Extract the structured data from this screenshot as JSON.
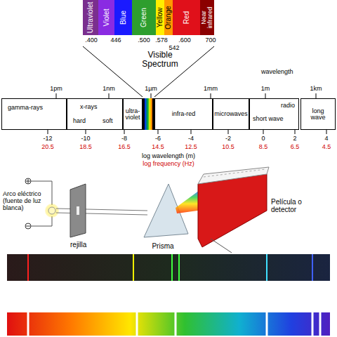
{
  "diagram": {
    "nodes": [
      {
        "text": [
          "Ultraviolet"
        ]
      },
      {
        "text": [
          "Violet"
        ]
      },
      {
        "text": [
          "Blue"
        ]
      },
      {
        "text": [
          "Green"
        ]
      },
      {
        "text": [
          "Yellow"
        ]
      },
      {
        "text": [
          "Orange"
        ]
      },
      {
        "text": [
          "Red"
        ]
      },
      {
        "text": [
          "Near infrared"
        ]
      },
      {
        "text": [
          "gamma-rays"
        ]
      },
      {
        "text": [
          "x-rays",
          "hard",
          "soft"
        ]
      },
      {
        "text": [
          "ultra-violet"
        ]
      },
      {
        "text": [
          "infra-red"
        ]
      },
      {
        "text": [
          "microwaves"
        ]
      },
      {
        "text": [
          "radio",
          "short wave"
        ]
      },
      {
        "text": [
          "long wave"
        ]
      }
    ],
    "labels": [
      ".400",
      "446",
      ".500",
      ".578",
      "542",
      ".600",
      "700",
      "Visible Spectrum",
      "wavelength",
      "1pm",
      "1nm",
      "1µm",
      "1mm",
      "1m",
      "1km",
      "-12",
      "20.5",
      "-10",
      "18.5",
      "-8",
      "16.5",
      "-6",
      "14.5",
      "-4",
      "12.5",
      "-2",
      "10.5",
      "0",
      "8.5",
      "2",
      "6.5",
      "4",
      "4.5",
      "log wavelength (m)",
      "log frequency (Hz)",
      "Arco eléctrico (fuente de luz blanca)",
      "rejilla",
      "Prisma",
      "Película o detector"
    ]
  }
}
